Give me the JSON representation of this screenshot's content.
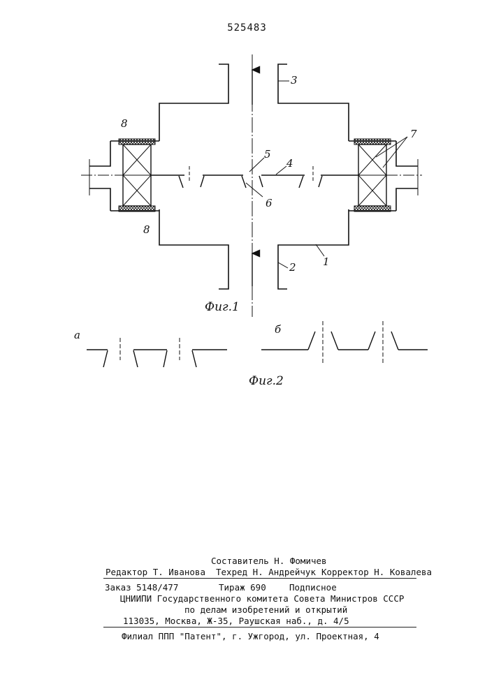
{
  "patent_number": "525483",
  "figure1": {
    "caption": "Фиг.1",
    "labels": [
      "1",
      "2",
      "3",
      "4",
      "5",
      "6",
      "7",
      "8",
      "8"
    ]
  },
  "figure2": {
    "caption": "Фиг.2",
    "panel_a": "а",
    "panel_b": "б"
  },
  "imprint": {
    "compiler": "Составитель Н. Фомичев",
    "editor": "Редактор Т. Иванова",
    "techred": "Техред Н. Андрейчук",
    "corrector": "Корректор Н. Ковалева",
    "order": "Заказ 5148/477",
    "circulation": "Тираж 690",
    "subscription": "Подписное",
    "org_line1": "ЦНИИПИ Государственного комитета Совета Министров СССР",
    "org_line2": "по делам изобретений и открытий",
    "address": "113035, Москва, Ж-35, Раушская наб., д. 4/5",
    "branch": "Филиал ППП \"Патент\", г. Ужгород, ул. Проектная, 4"
  }
}
